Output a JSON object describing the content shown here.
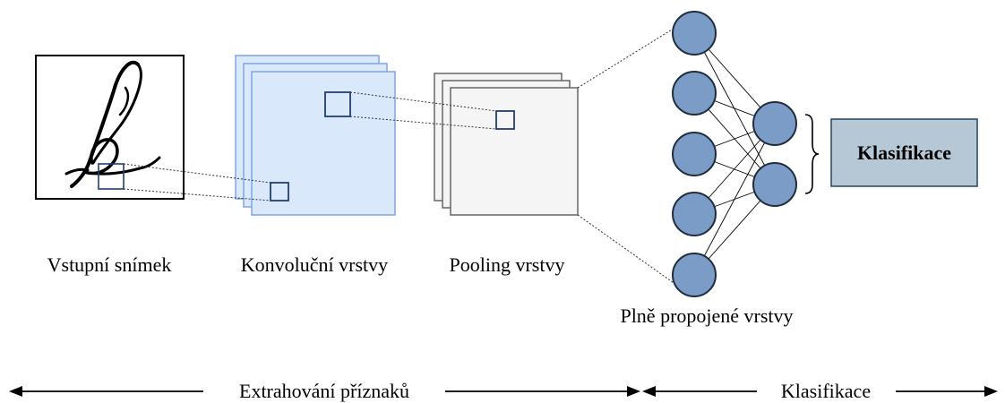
{
  "labels": {
    "input": "Vstupní snímek",
    "conv": "Konvoluční vrstvy",
    "pooling": "Pooling vrstvy",
    "fc": "Plně propojené vrstvy",
    "classifier_box": "Klasifikace"
  },
  "phases": {
    "extraction": "Extrahování příznaků",
    "classification": "Klasifikace"
  },
  "colors": {
    "conv_fill": "#dae8fc",
    "conv_stroke": "#7ea6e0",
    "pool_fill": "#f5f5f5",
    "pool_stroke": "#666666",
    "neuron_fill": "#7b9cc7",
    "neuron_stroke": "#1f2d3d",
    "classifier_fill": "#b6c8d5",
    "selection_stroke": "#1f3f73"
  },
  "icons": {
    "input_image": "handwritten-signature-icon"
  }
}
